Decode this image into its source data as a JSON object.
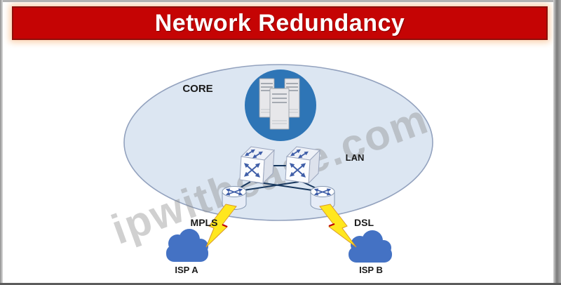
{
  "banner": {
    "title": "Network Redundancy"
  },
  "diagram": {
    "core": {
      "label": "CORE"
    },
    "lan": {
      "label": "LAN"
    },
    "wan_links": [
      {
        "type": "MPLS",
        "isp": "ISP A"
      },
      {
        "type": "DSL",
        "isp": "ISP B"
      }
    ]
  },
  "watermark": {
    "text": "ipwithease.com"
  },
  "icons": {
    "core_servers": "server-stack-icon",
    "switches": "lan-switch-icon",
    "routers": "router-icon",
    "isp_clouds": "cloud-icon",
    "wan_bolts": "lightning-link-icon"
  },
  "colors": {
    "banner_red": "#C50404",
    "banner_border": "#8E0F0A",
    "ellipse_fill": "#DCE6F2",
    "ellipse_stroke": "#93A2BE",
    "core_circle_blue": "#2E75B6",
    "cloud_blue": "#4472C4",
    "bolt_yellow": "#FFE71E",
    "bolt_edge": "#D99A2B",
    "link_navy": "#17375E",
    "device_arrow_blue": "#3F5EA8",
    "label_text": "#1A1A1A",
    "watermark_gray": "#8C8C8C"
  }
}
